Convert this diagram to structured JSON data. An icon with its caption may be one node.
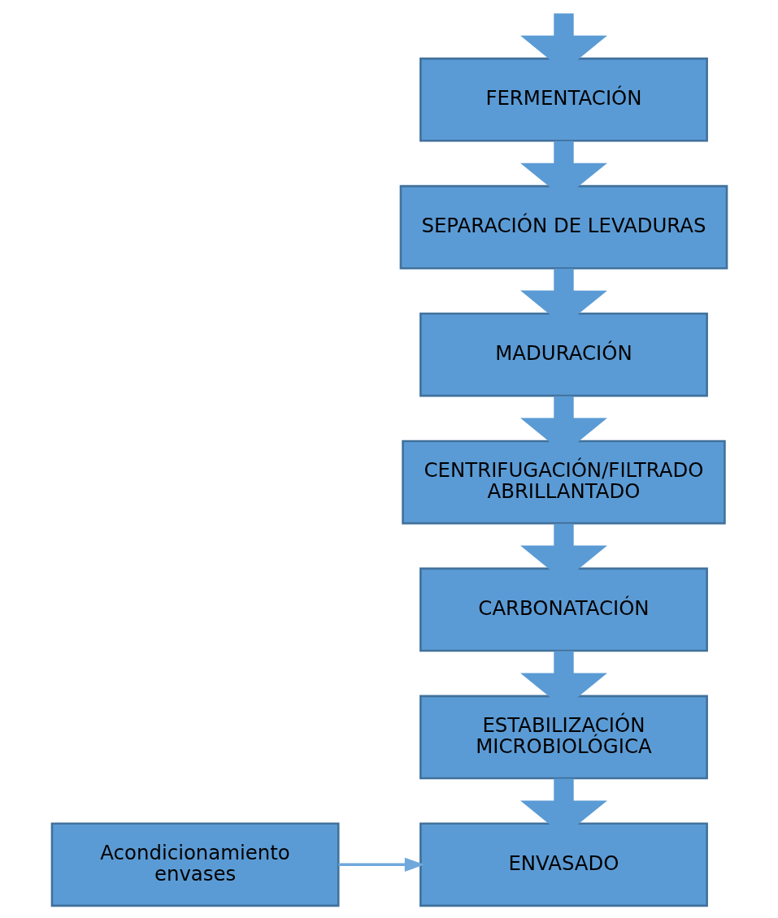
{
  "diagram": {
    "nodes": [
      {
        "text": [
          "FERMENTACIÓN"
        ]
      },
      {
        "text": [
          "SEPARACIÓN DE LEVADURAS"
        ]
      },
      {
        "text": [
          "MADURACIÓN"
        ]
      },
      {
        "text": [
          "CENTRIFUGACIÓN/FILTRADO ABRILLANTADO"
        ]
      },
      {
        "text": [
          "CARBONATACIÓN"
        ]
      },
      {
        "text": [
          "ESTABILIZACIÓN MICROBIOLÓGICA"
        ]
      },
      {
        "text": [
          "Acondicionamiento envases"
        ]
      },
      {
        "text": [
          "ENVASADO"
        ]
      }
    ],
    "edges": [
      {
        "from": null,
        "to": 0,
        "arrow": "to"
      },
      {
        "from": 0,
        "to": 1,
        "arrow": "to"
      },
      {
        "from": 1,
        "to": 2,
        "arrow": "to"
      },
      {
        "from": 2,
        "to": 3,
        "arrow": "to"
      },
      {
        "from": 3,
        "to": 4,
        "arrow": "to"
      },
      {
        "from": 4,
        "to": 5,
        "arrow": "to"
      },
      {
        "from": 5,
        "to": 7,
        "arrow": "to"
      },
      {
        "from": 6,
        "to": 7,
        "arrow": "to",
        "color": "#6fa8dc"
      }
    ]
  }
}
